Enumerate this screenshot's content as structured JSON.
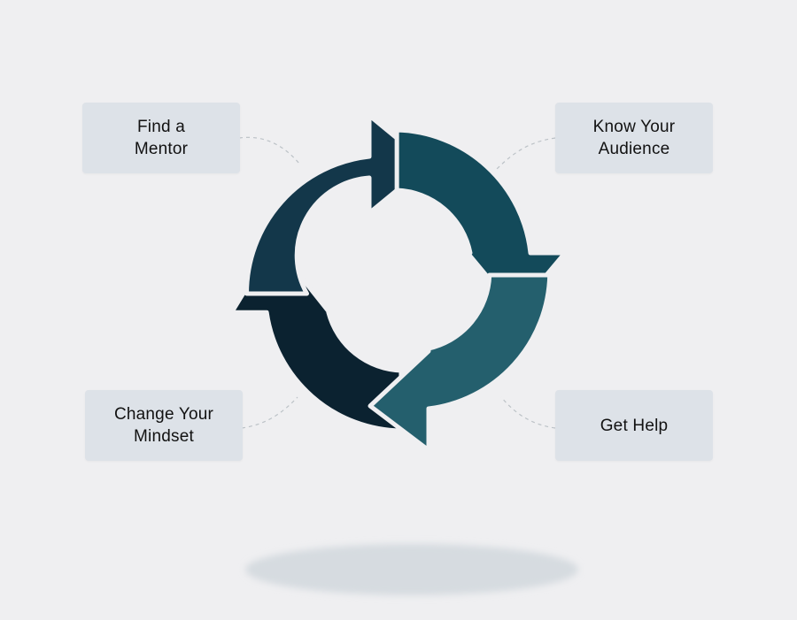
{
  "diagram": {
    "steps": [
      {
        "label": "Find a\nMentor",
        "color": "#13374a"
      },
      {
        "label": "Know Your\nAudience",
        "color": "#134a5a"
      },
      {
        "label": "Get Help",
        "color": "#245f6d"
      },
      {
        "label": "Change Your\nMindset",
        "color": "#0b2230"
      }
    ],
    "colors": {
      "background": "#efeff1",
      "box": "#dde2e8",
      "connector": "#bcc2c7",
      "shadow": "#d6dbe0"
    }
  }
}
